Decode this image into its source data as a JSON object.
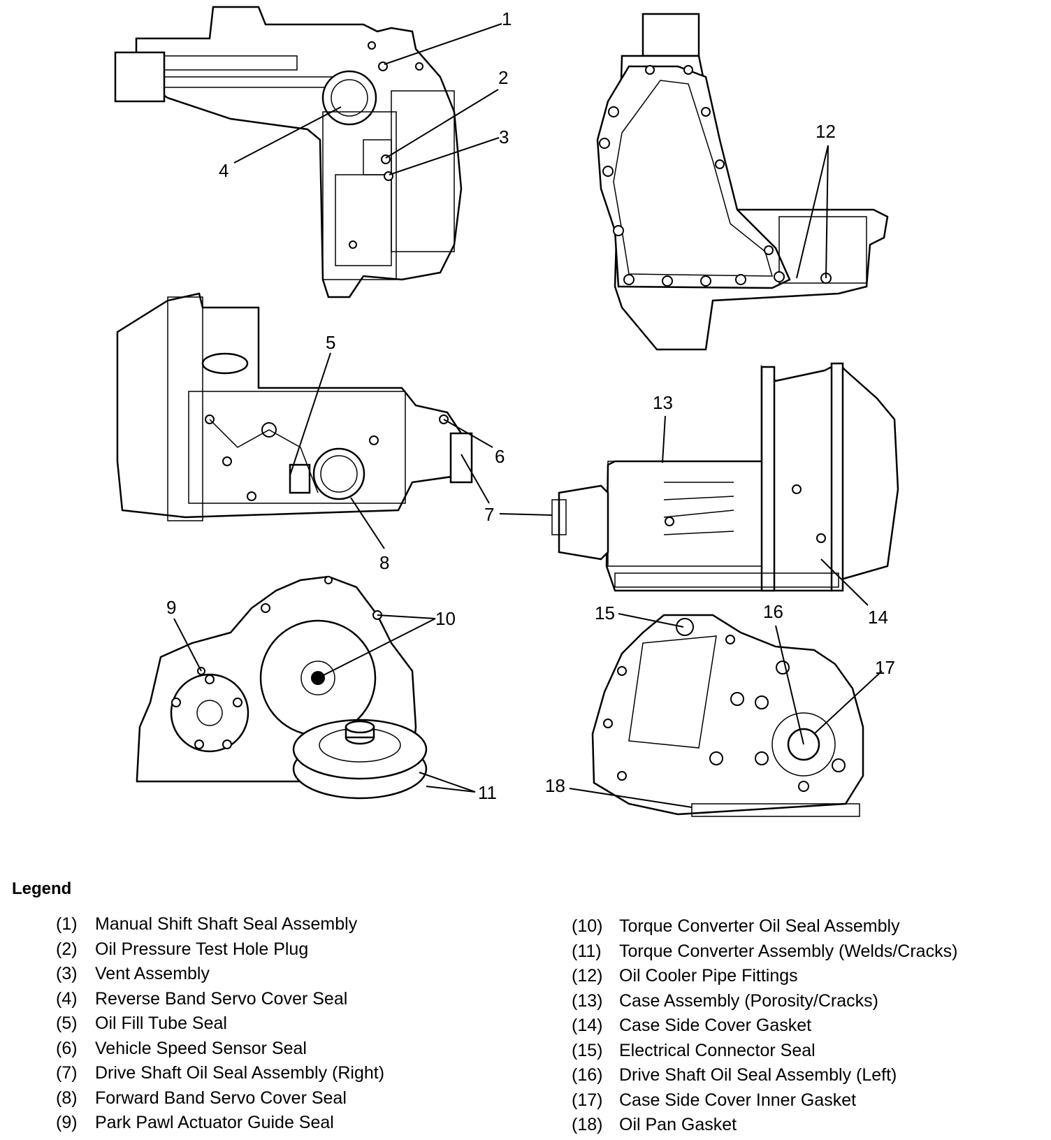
{
  "callouts": {
    "c1": "1",
    "c2": "2",
    "c3": "3",
    "c4": "4",
    "c5": "5",
    "c6": "6",
    "c7": "7",
    "c8": "8",
    "c9": "9",
    "c10": "10",
    "c11": "11",
    "c12": "12",
    "c13": "13",
    "c14": "14",
    "c15": "15",
    "c16": "16",
    "c17": "17",
    "c18": "18"
  },
  "legend": {
    "title": "Legend",
    "items": [
      {
        "num": "(1)",
        "label": "Manual Shift Shaft Seal Assembly"
      },
      {
        "num": "(2)",
        "label": "Oil Pressure Test Hole Plug"
      },
      {
        "num": "(3)",
        "label": "Vent Assembly"
      },
      {
        "num": "(4)",
        "label": "Reverse Band Servo Cover Seal"
      },
      {
        "num": "(5)",
        "label": "Oil Fill Tube Seal"
      },
      {
        "num": "(6)",
        "label": "Vehicle Speed Sensor Seal"
      },
      {
        "num": "(7)",
        "label": "Drive Shaft Oil Seal Assembly (Right)"
      },
      {
        "num": "(8)",
        "label": "Forward Band Servo Cover Seal"
      },
      {
        "num": "(9)",
        "label": "Park Pawl Actuator Guide Seal"
      },
      {
        "num": "(10)",
        "label": "Torque Converter Oil Seal Assembly"
      },
      {
        "num": "(11)",
        "label": "Torque Converter Assembly (Welds/Cracks)"
      },
      {
        "num": "(12)",
        "label": "Oil Cooler Pipe Fittings"
      },
      {
        "num": "(13)",
        "label": "Case Assembly (Porosity/Cracks)"
      },
      {
        "num": "(14)",
        "label": "Case Side Cover Gasket"
      },
      {
        "num": "(15)",
        "label": "Electrical Connector Seal"
      },
      {
        "num": "(16)",
        "label": "Drive Shaft Oil Seal Assembly (Left)"
      },
      {
        "num": "(17)",
        "label": "Case Side Cover Inner Gasket"
      },
      {
        "num": "(18)",
        "label": "Oil Pan Gasket"
      }
    ]
  }
}
